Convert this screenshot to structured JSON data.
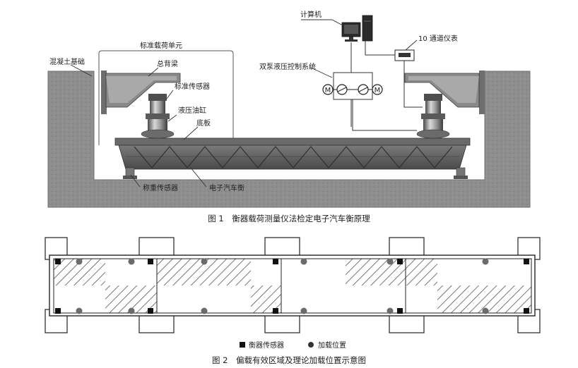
{
  "figure1": {
    "labels": {
      "concrete_foundation": "混凝土基础",
      "standard_load_unit": "标准载荷单元",
      "main_beam": "总背梁",
      "standard_sensor": "标准传感器",
      "hydraulic_cylinder": "液压油缸",
      "base_plate": "底板",
      "weighing_sensor": "称重传感器",
      "electronic_truck_scale": "电子汽车衡",
      "computer": "计算机",
      "channel_meter": "10 通道仪表",
      "hydraulic_system": "双泵液压控制系统",
      "motor_symbol": "M"
    },
    "caption": "图 1　衡器载荷测量仪法检定电子汽车衡原理"
  },
  "figure2": {
    "legend": {
      "sensor": "衡器传感器",
      "load_point": "加载位置"
    },
    "caption": "图 2　偏载有效区域及理论加载位置示意图"
  },
  "colors": {
    "concrete": "#8f8f8f",
    "steel_dark": "#5a5a5a",
    "steel_light": "#bdbdbd",
    "line": "#333333",
    "hatch": "#555555",
    "point": "#6b6b6b",
    "sensor": "#111111"
  }
}
